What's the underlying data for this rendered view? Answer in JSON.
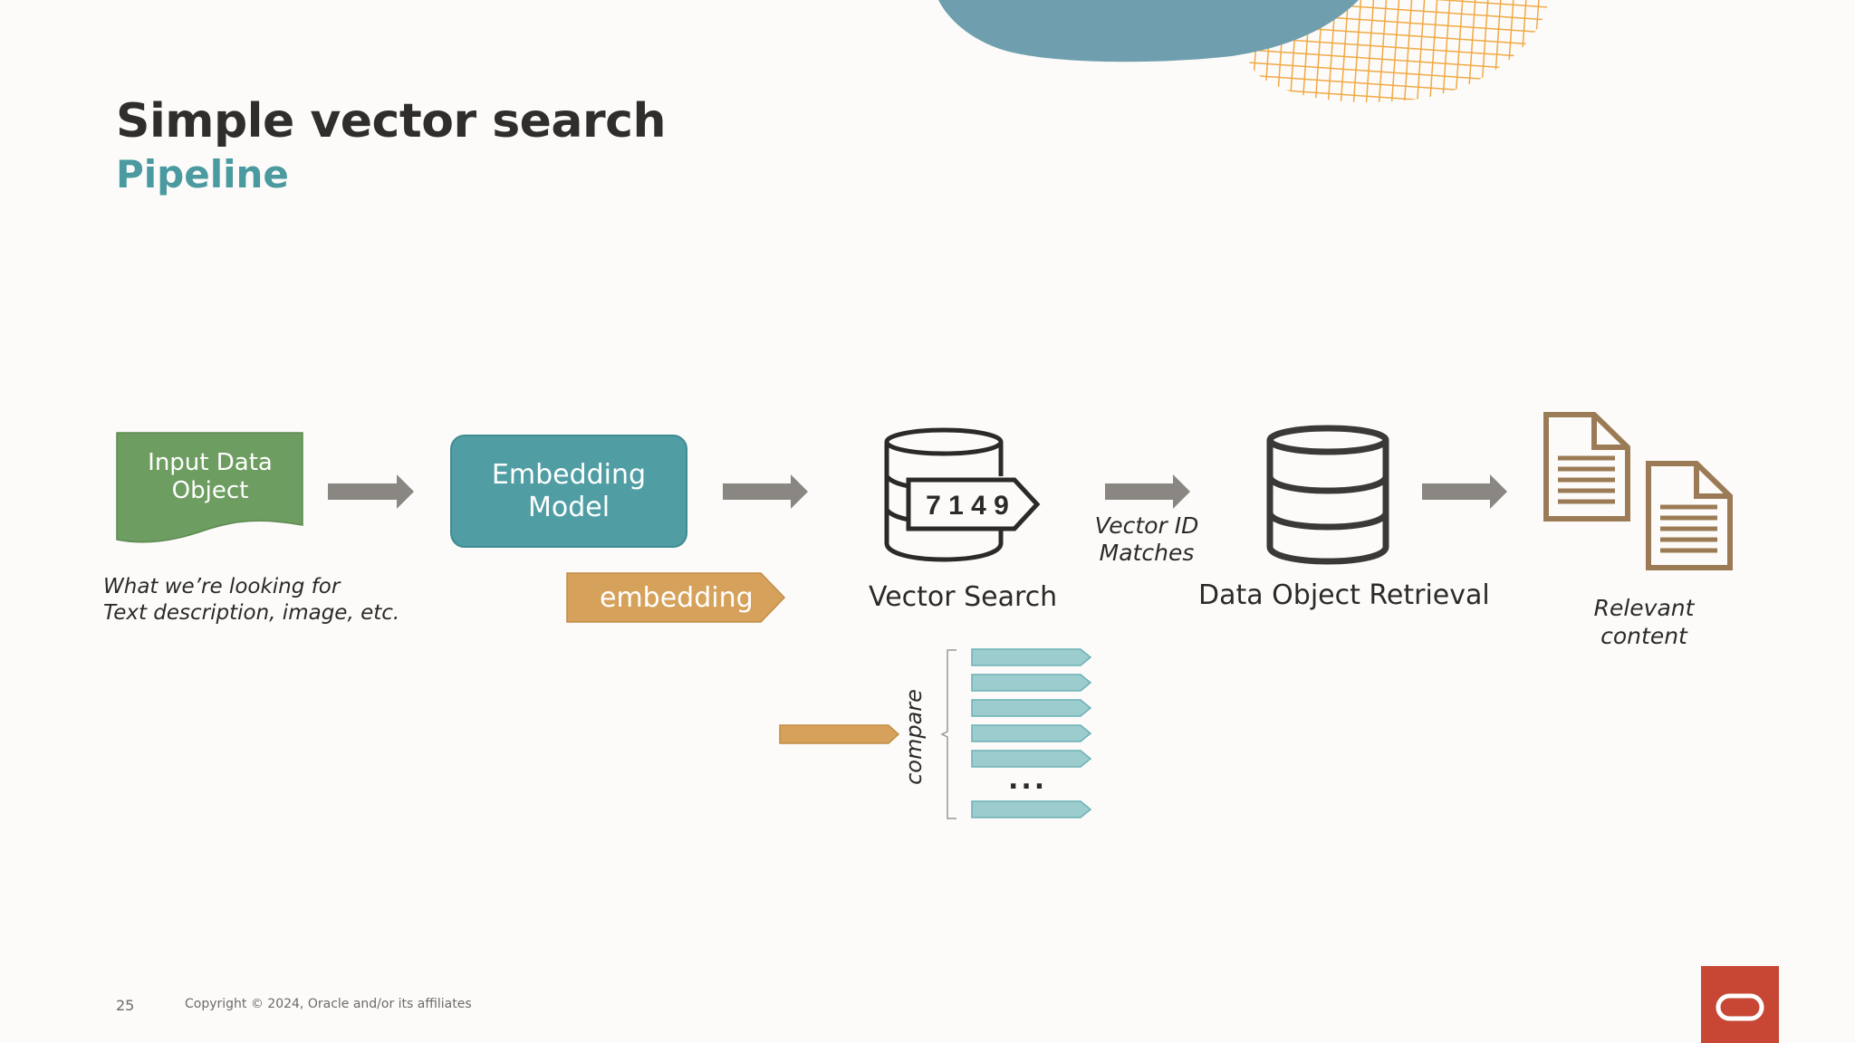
{
  "slide": {
    "title": "Simple vector search",
    "subtitle": "Pipeline"
  },
  "pipeline": {
    "input_object": {
      "label_line1": "Input Data",
      "label_line2": "Object",
      "caption_line1": "What we’re looking for",
      "caption_line2": "Text description, image, etc."
    },
    "embedding_model": {
      "label_line1": "Embedding",
      "label_line2": "Model"
    },
    "embedding_tag": "embedding",
    "vector_search": {
      "label": "Vector Search",
      "tag_digits": "7 1 4 9"
    },
    "vector_id_matches": {
      "line1": "Vector ID",
      "line2": "Matches"
    },
    "data_object_retrieval": "Data Object Retrieval",
    "relevant_content": {
      "line1": "Relevant",
      "line2": "content"
    },
    "compare": {
      "label": "compare",
      "ellipsis": "..."
    }
  },
  "footer": {
    "page_number": "25",
    "copyright": "Copyright © 2024, Oracle and/or its affiliates"
  },
  "colors": {
    "background": "#fcfbf9",
    "input_green": "#6e9d61",
    "model_teal": "#509ea4",
    "embedding_gold": "#d6a25b",
    "arrow_gray": "#8a8783",
    "doc_brown": "#9b7b55",
    "vector_light_teal": "#9dccce",
    "oracle_red": "#c74634",
    "deco_blue": "#6f9fae",
    "deco_orange": "#f0a53a",
    "subtitle_teal": "#4a9aa0"
  }
}
